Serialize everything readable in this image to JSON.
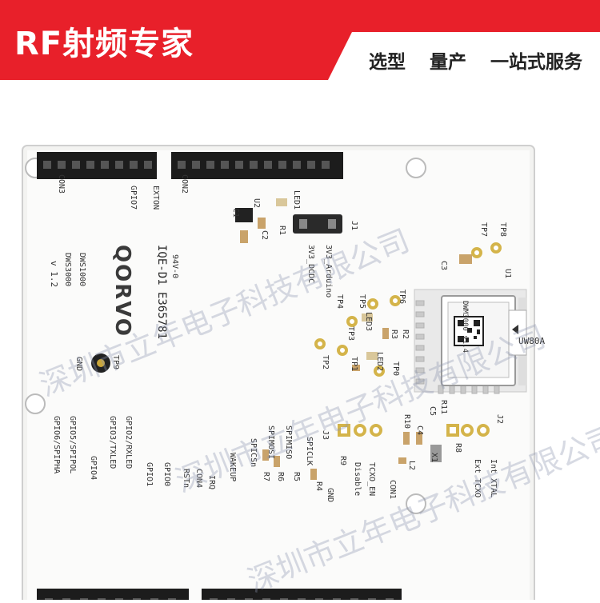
{
  "header": {
    "brand": "RF射频专家",
    "slogan": [
      "选型",
      "量产",
      "一站式服务"
    ],
    "accent": "#e8202a"
  },
  "board": {
    "logo": "QORVO",
    "part": "IQE-D1 E365781",
    "revision": "v 1.2",
    "module_label": "DWM3000 v1.4",
    "chip_label": "UW80A",
    "labels": [
      "CON3",
      "GPIO7",
      "EXTON",
      "CON2",
      "LED1",
      "U2",
      "C1",
      "C2",
      "R1",
      "J1",
      "3V3_Arduino",
      "3V3_DCDC",
      "TP8",
      "TP7",
      "U1",
      "C3",
      "TP6",
      "TP5",
      "TP4",
      "TP3",
      "TP2",
      "TP1",
      "TP0",
      "LED3",
      "LED2",
      "R3",
      "R2",
      "DWS1000",
      "DWS3000",
      "94V-0",
      "TP9",
      "GND",
      "GPIO6/SPIPHA",
      "GPIO5/SPIPOL",
      "GPIO4",
      "GPIO3/TXLED",
      "GPIO2/RXLED",
      "GPIO1",
      "GPIO0",
      "RSTn",
      "CON4",
      "IRQ",
      "WAKEUP",
      "SPICSn",
      "R7",
      "SPIMOSI",
      "R6",
      "SPIMISO",
      "R5",
      "SPICLK",
      "R4",
      "GND",
      "J3",
      "R9",
      "Disable",
      "TCXO_EN",
      "CON1",
      "R10",
      "C4",
      "R8",
      "L2",
      "X1",
      "J2",
      "Ext TCXO",
      "Int XTAL",
      "C5",
      "R11"
    ]
  },
  "watermark": [
    "深圳市立年电子科技有限公司",
    "深圳市立年电子科技有限公司",
    "深圳市立年电子科技有限公司"
  ]
}
